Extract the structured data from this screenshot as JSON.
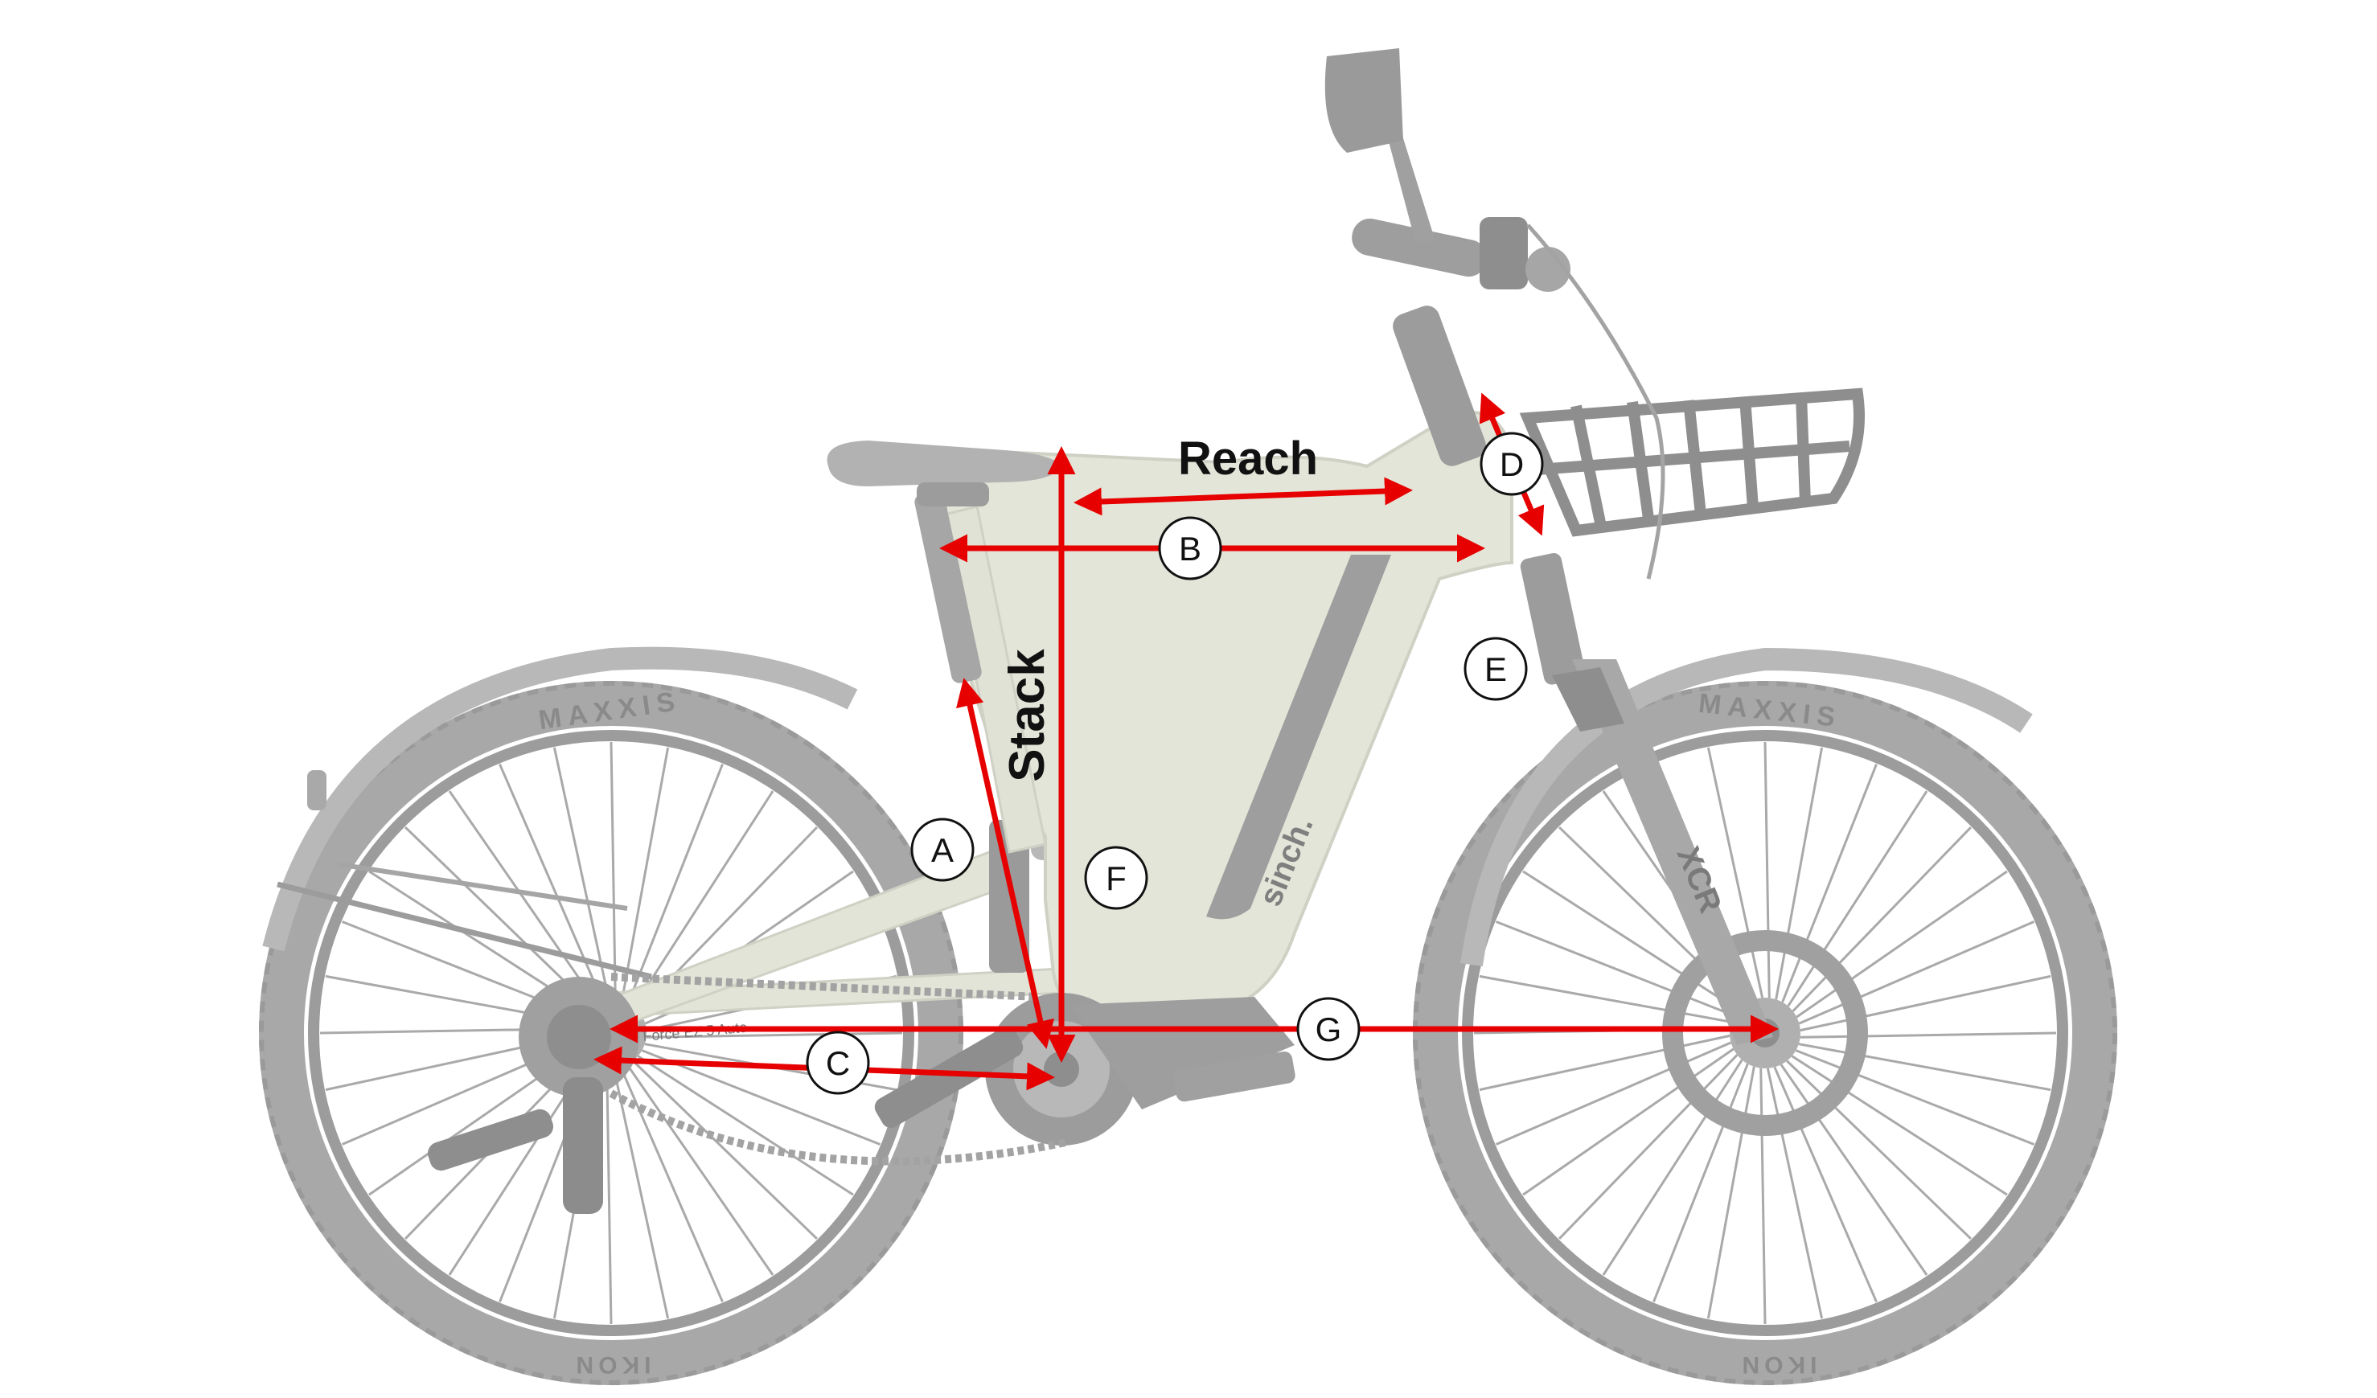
{
  "labels": {
    "reach": "Reach",
    "stack": "Stack",
    "a": "A",
    "b": "B",
    "c": "C",
    "d": "D",
    "e": "E",
    "f": "F",
    "g": "G"
  },
  "bike": {
    "brand": "sinch.",
    "tire_brand": "MAXXIS",
    "tire_model": "IKON",
    "fork_model": "XCR",
    "drivetrain": "Force EZ 5 Auto"
  },
  "colors": {
    "measure": "#e60000",
    "frame": "#e3e5d8",
    "tire": "#9a9a9a",
    "component": "#b5b5b5",
    "dark_component": "#8e8e8e"
  }
}
